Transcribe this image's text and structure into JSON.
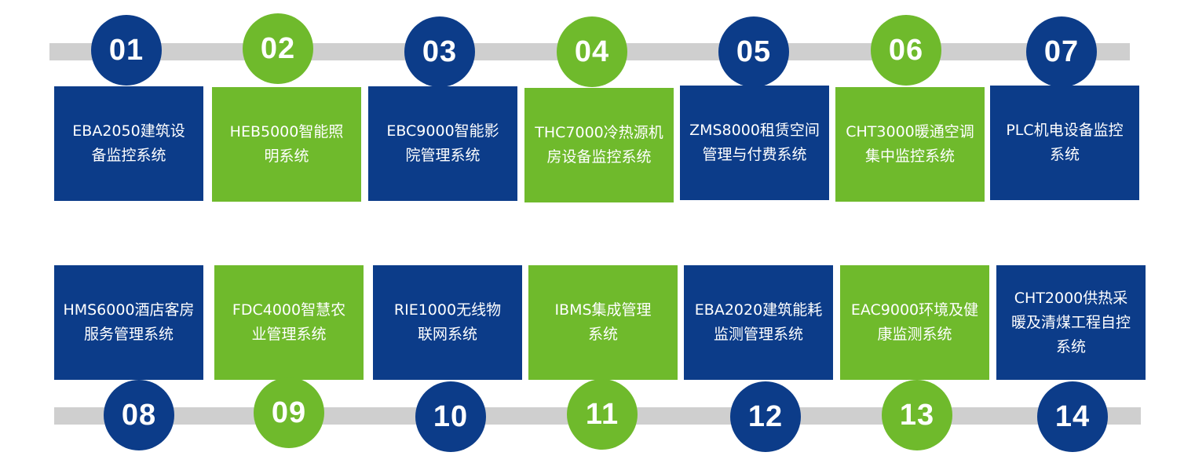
{
  "colors": {
    "blue": "#0c3c89",
    "green": "#6fba2c",
    "track": "#cfcfcf"
  },
  "top_row": [
    {
      "number": "01",
      "label": "EBA2050建筑设备监控系统",
      "color": "blue"
    },
    {
      "number": "02",
      "label": "HEB5000智能照明系统",
      "color": "green"
    },
    {
      "number": "03",
      "label": "EBC9000智能影院管理系统",
      "color": "blue"
    },
    {
      "number": "04",
      "label": "THC7000冷热源机房设备监控系统",
      "color": "green"
    },
    {
      "number": "05",
      "label": "ZMS8000租赁空间管理与付费系统",
      "color": "blue"
    },
    {
      "number": "06",
      "label": "CHT3000暖通空调集中监控系统",
      "color": "green"
    },
    {
      "number": "07",
      "label": "PLC机电设备监控系统",
      "color": "blue"
    }
  ],
  "bottom_row": [
    {
      "number": "08",
      "label": "HMS6000酒店客房服务管理系统",
      "color": "blue"
    },
    {
      "number": "09",
      "label": "FDC4000智慧农业管理系统",
      "color": "green"
    },
    {
      "number": "10",
      "label": "RIE1000无线物联网系统",
      "color": "blue"
    },
    {
      "number": "11",
      "label": "IBMS集成管理系统",
      "color": "green"
    },
    {
      "number": "12",
      "label": "EBA2020建筑能耗监测管理系统",
      "color": "blue"
    },
    {
      "number": "13",
      "label": "EAC9000环境及健康监测系统",
      "color": "green"
    },
    {
      "number": "14",
      "label": "CHT2000供热采暖及清煤工程自控系统",
      "color": "blue"
    }
  ]
}
